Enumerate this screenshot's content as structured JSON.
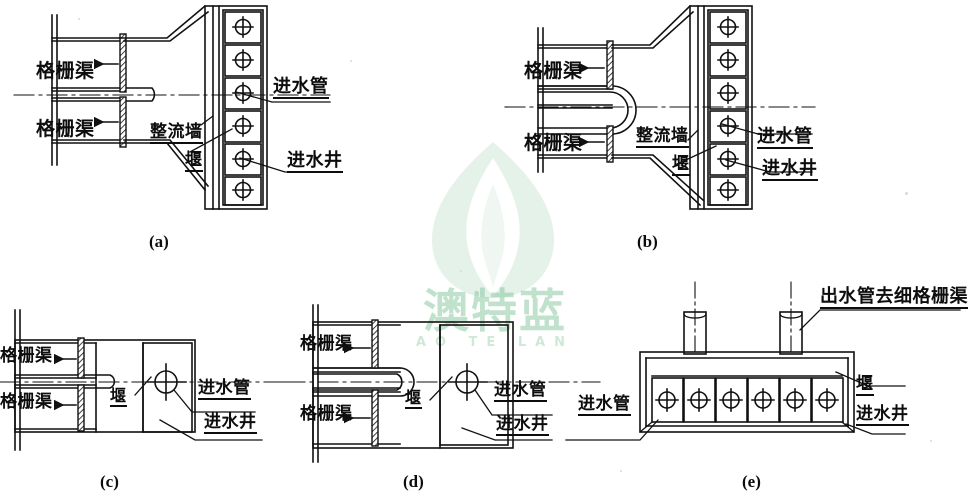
{
  "figure": {
    "background_color": "#ffffff",
    "line_color": "#0d0d0d",
    "watermark": {
      "brand_cn": "澳特蓝",
      "brand_en": "AO TE LAN",
      "leaf_color": "#a8d5ba",
      "text_color": "#8dc9a4"
    }
  },
  "captions": {
    "a": "(a)",
    "b": "(b)",
    "c": "(c)",
    "d": "(d)",
    "e": "(e)"
  },
  "terms": {
    "grating_channel": "格栅渠",
    "rectifying_wall": "整流墙",
    "weir": "堰",
    "inlet_pipe": "进水管",
    "inlet_well": "进水井",
    "outlet_to_fine_grating": "出水管去细格栅渠"
  },
  "panels": {
    "a": {
      "caption": "(a)",
      "labels": {
        "channel_top": "格栅渠",
        "channel_bottom": "格栅渠",
        "rectifying_wall": "整流墙",
        "weir": "堰",
        "inlet_pipe": "进水管",
        "inlet_well": "进水井"
      },
      "well_cell_count": 6,
      "channel_arrows": 2
    },
    "b": {
      "caption": "(b)",
      "labels": {
        "channel_top": "格栅渠",
        "channel_bottom": "格栅渠",
        "rectifying_wall": "整流墙",
        "weir": "堰",
        "inlet_pipe": "进水管",
        "inlet_well": "进水井"
      },
      "well_cell_count": 6,
      "channel_arrows": 2
    },
    "c": {
      "caption": "(c)",
      "labels": {
        "channel_top": "格栅渠",
        "channel_bottom": "格栅渠",
        "weir": "堰",
        "inlet_pipe": "进水管",
        "inlet_well": "进水井"
      },
      "well_cell_count": 1,
      "channel_arrows": 2
    },
    "d": {
      "caption": "(d)",
      "labels": {
        "channel_top": "格栅渠",
        "channel_bottom": "格栅渠",
        "weir": "堰",
        "inlet_pipe": "进水管",
        "inlet_well": "进水井"
      },
      "well_cell_count": 1,
      "channel_arrows": 2
    },
    "e": {
      "caption": "(e)",
      "labels": {
        "outlet_pipe": "出水管去细格栅渠",
        "weir": "堰",
        "inlet_pipe": "进水管",
        "inlet_well": "进水井"
      },
      "well_cell_count": 6,
      "riser_pipe_count": 2
    }
  }
}
